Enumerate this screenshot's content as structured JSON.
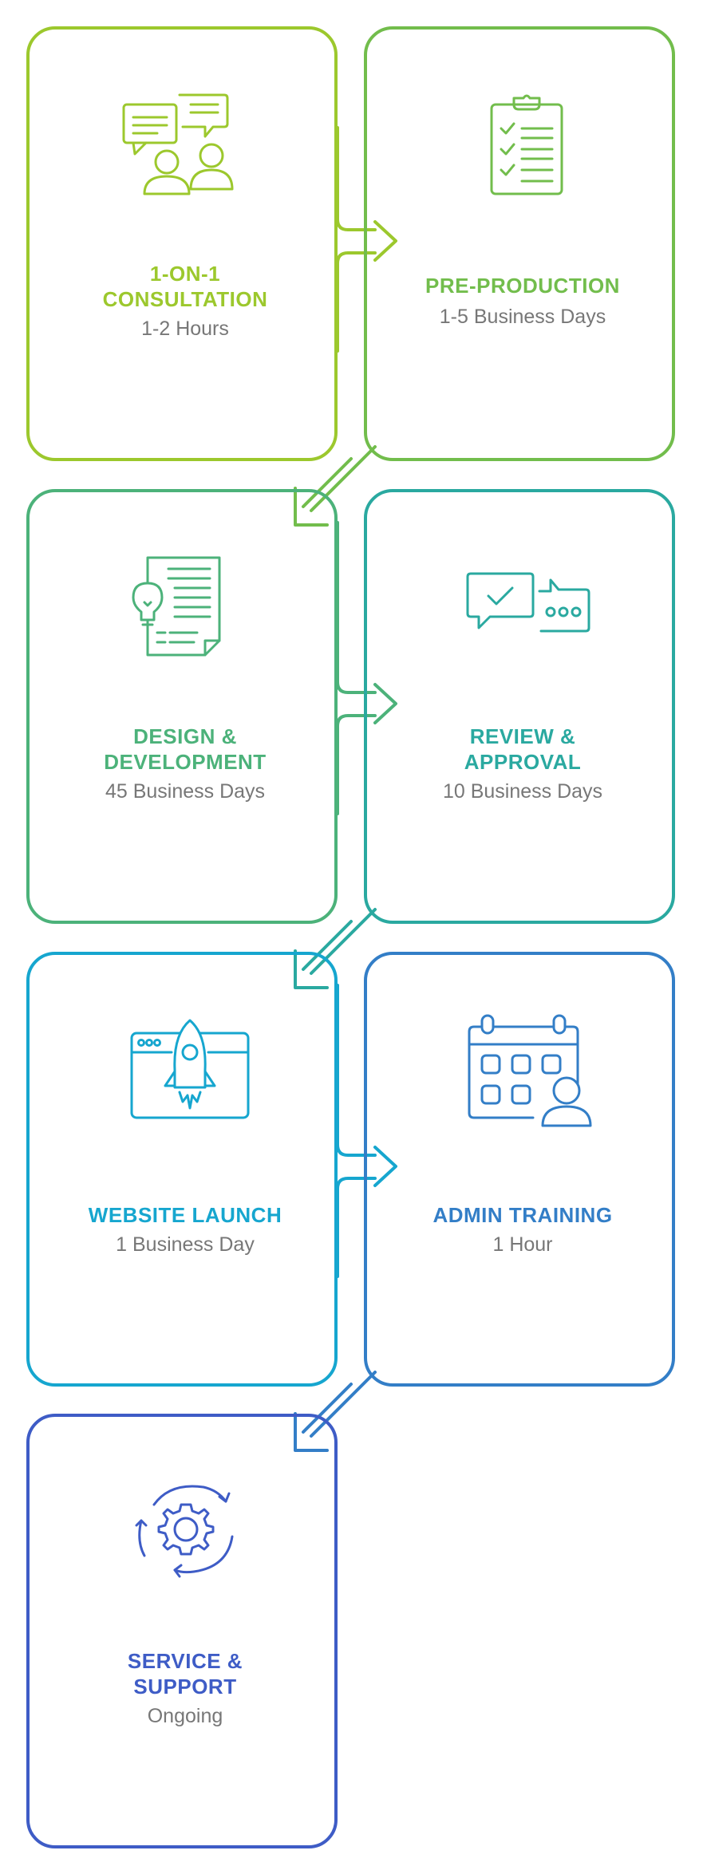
{
  "colors": {
    "step1": "#9cc82d",
    "step2": "#72bd4c",
    "step3": "#4cb27a",
    "step4": "#2aa9a0",
    "step5": "#16a6cf",
    "step6": "#337ec7",
    "step7": "#3e5cc6",
    "subtitle": "#777777"
  },
  "steps": [
    {
      "title_line1": "1-ON-1",
      "title_line2": "CONSULTATION",
      "duration": "1-2 Hours",
      "icon": "consultation-chat-people-icon"
    },
    {
      "title_line1": "PRE-PRODUCTION",
      "duration": "1-5 Business Days",
      "icon": "clipboard-checklist-icon"
    },
    {
      "title_line1": "DESIGN &",
      "title_line2": "DEVELOPMENT",
      "duration": "45 Business Days",
      "icon": "document-lightbulb-icon"
    },
    {
      "title_line1": "REVIEW &",
      "title_line2": "APPROVAL",
      "duration": "10 Business Days",
      "icon": "review-chat-check-icon"
    },
    {
      "title_line1": "WEBSITE LAUNCH",
      "duration": "1 Business Day",
      "icon": "rocket-browser-icon"
    },
    {
      "title_line1": "ADMIN TRAINING",
      "duration": "1 Hour",
      "icon": "calendar-person-icon"
    },
    {
      "title_line1": "SERVICE &",
      "title_line2": "SUPPORT",
      "duration": "Ongoing",
      "icon": "gear-cycle-icon"
    }
  ]
}
